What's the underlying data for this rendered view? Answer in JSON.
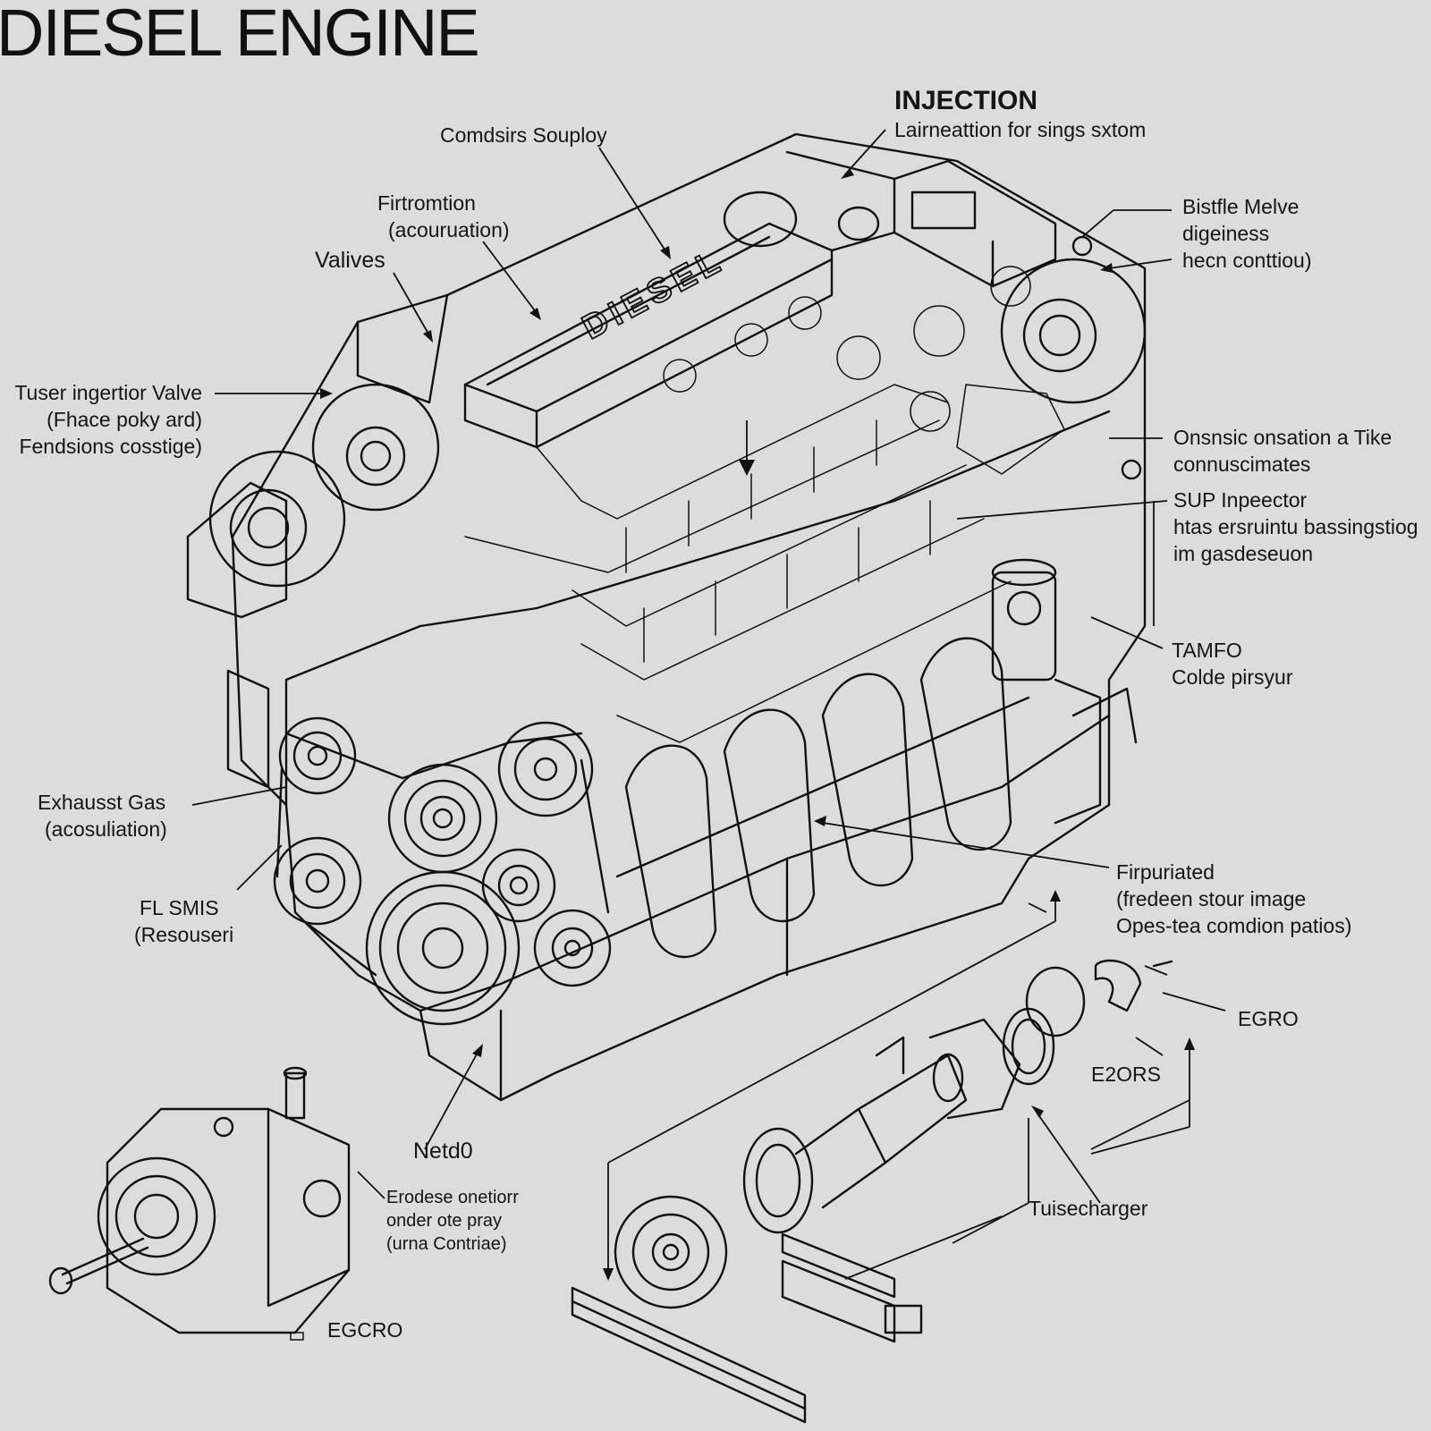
{
  "title": "DIESEL ENGINE",
  "engine_cover_text": "DIESEL",
  "labels": [
    {
      "id": "injection",
      "lines": [
        "INJECTION",
        "Lairneattion for sings sxtom"
      ]
    },
    {
      "id": "combustion-supply",
      "lines": [
        "Comdsirs Souploy"
      ]
    },
    {
      "id": "formation",
      "lines": [
        "Firtromtion",
        "(acouruation)"
      ]
    },
    {
      "id": "valves",
      "lines": [
        "Valives"
      ]
    },
    {
      "id": "fuel-injector-valve",
      "lines": [
        "Tuser ingertior Valve",
        "(Fhace poky ard)",
        "Fendsions cosstige)"
      ]
    },
    {
      "id": "bistfle-valve",
      "lines": [
        "Bistfle Melve",
        "digeiness",
        "hecn conttiou)"
      ]
    },
    {
      "id": "onsic-oneration",
      "lines": [
        "Onsnsic onsation a Tike",
        "connuscimates"
      ]
    },
    {
      "id": "sup-inspector",
      "lines": [
        "SUP Inpeector",
        "htas ersruintu bassingstiog",
        "im gasdeseuon"
      ]
    },
    {
      "id": "tamfo",
      "lines": [
        "TAMFO",
        "Colde pirsyur"
      ]
    },
    {
      "id": "exhaust-gas",
      "lines": [
        "Exhausst Gas",
        "(acosuliation)"
      ]
    },
    {
      "id": "fl-smis",
      "lines": [
        "FL SMIS",
        "(Resouseri"
      ]
    },
    {
      "id": "firpuriated",
      "lines": [
        "Firpuriated",
        "(fredeen stour image",
        "Opes-tea comdion patios)"
      ]
    },
    {
      "id": "egro-right",
      "lines": [
        "EGRO"
      ]
    },
    {
      "id": "e2ors",
      "lines": [
        "E2ORS"
      ]
    },
    {
      "id": "netd0",
      "lines": [
        "Netd0"
      ]
    },
    {
      "id": "erodese-oneration",
      "lines": [
        "Erodese onetiorr",
        "onder ote pray",
        "(urna Contriae)"
      ]
    },
    {
      "id": "turbocharger",
      "lines": [
        "Tuisecharger"
      ]
    },
    {
      "id": "egcro",
      "lines": [
        "EGCRO"
      ]
    }
  ]
}
